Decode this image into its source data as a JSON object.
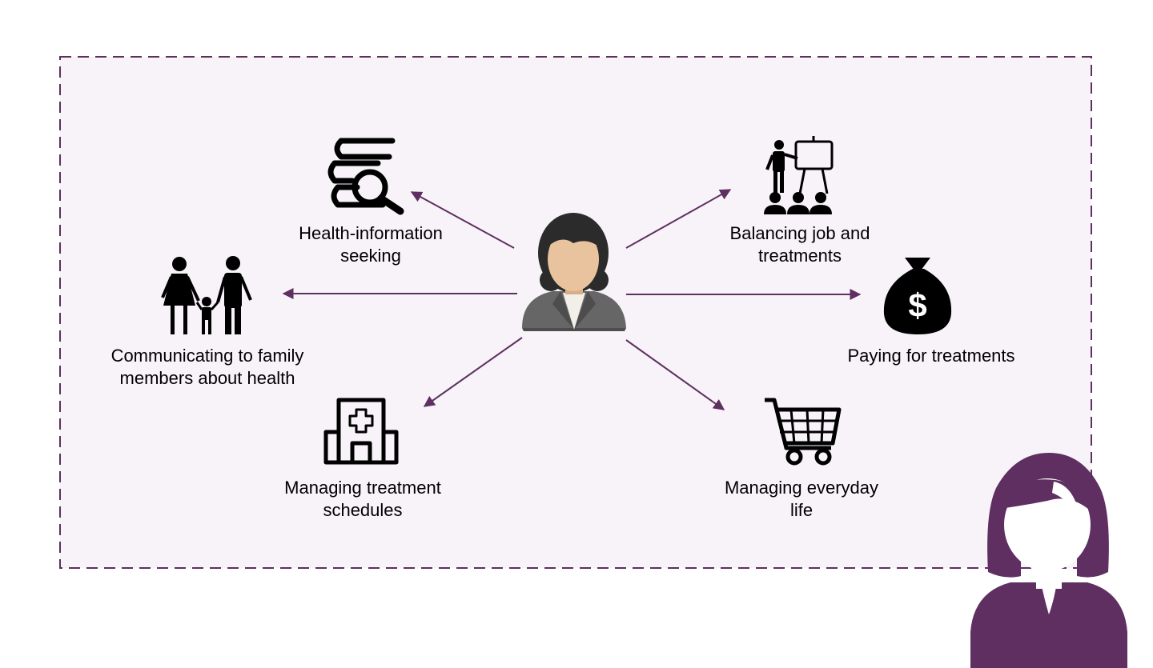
{
  "diagram": {
    "center": {
      "icon": "businesswoman-avatar-icon"
    },
    "nodes": [
      {
        "id": "health-info",
        "icon": "books-magnifier-icon",
        "label_lines": [
          "Health-information",
          "seeking"
        ]
      },
      {
        "id": "balancing-job",
        "icon": "presentation-audience-icon",
        "label_lines": [
          "Balancing job and",
          "treatments"
        ]
      },
      {
        "id": "family",
        "icon": "family-icon",
        "label_lines": [
          "Communicating to family",
          "members about health"
        ]
      },
      {
        "id": "paying",
        "icon": "money-bag-icon",
        "label_lines": [
          "Paying for treatments"
        ]
      },
      {
        "id": "schedules",
        "icon": "hospital-icon",
        "label_lines": [
          "Managing treatment",
          "schedules"
        ]
      },
      {
        "id": "everyday",
        "icon": "shopping-cart-icon",
        "label_lines": [
          "Managing everyday",
          "life"
        ]
      }
    ],
    "corner_figure": {
      "icon": "woman-silhouette-icon"
    },
    "colors": {
      "panel_fill": "#f8f3f9",
      "panel_border": "#5e2f60",
      "arrow": "#5e2f60",
      "accent_figure": "#5e2f60",
      "icon": "#000000",
      "avatar_hair": "#2b2b2b",
      "avatar_skin": "#e8c39e",
      "avatar_suit": "#666666"
    }
  }
}
